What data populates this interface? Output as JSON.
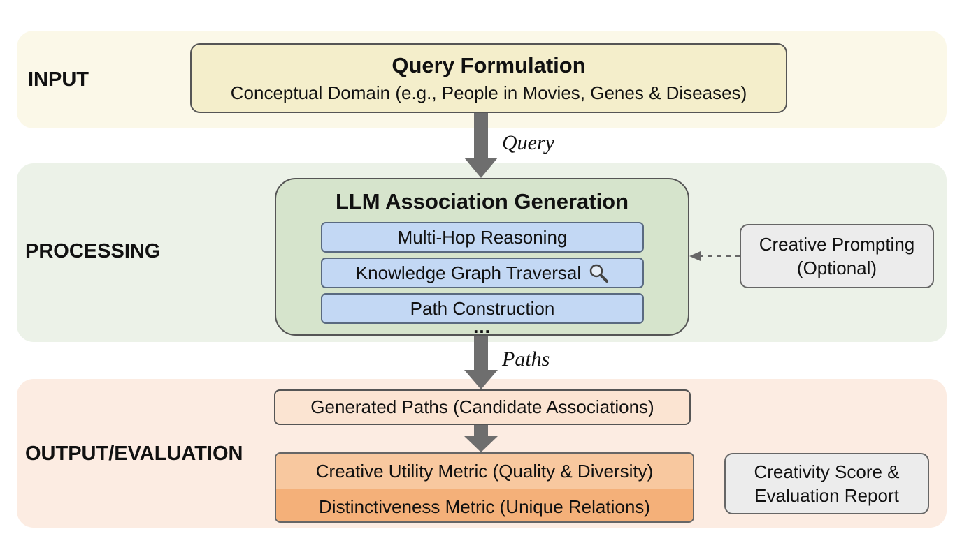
{
  "stages": {
    "input": "INPUT",
    "processing": "PROCESSING",
    "output": "OUTPUT/EVALUATION"
  },
  "query_box": {
    "title": "Query Formulation",
    "subtitle": "Conceptual Domain (e.g., People in Movies, Genes & Diseases)"
  },
  "arrows": {
    "query_label": "Query",
    "paths_label": "Paths"
  },
  "llm_box": {
    "title": "LLM Association Generation",
    "steps": [
      "Multi-Hop Reasoning",
      "Knowledge Graph Traversal",
      "Path Construction"
    ],
    "more": "..."
  },
  "creative_prompting": {
    "line1": "Creative Prompting",
    "line2": "(Optional)"
  },
  "generated_paths": "Generated Paths (Candidate Associations)",
  "metrics": [
    "Creative Utility Metric (Quality & Diversity)",
    "Distinctiveness Metric (Unique Relations)"
  ],
  "score_box": {
    "line1": "Creativity Score &",
    "line2": "Evaluation Report"
  },
  "icons": {
    "traversal_icon": "search-icon"
  },
  "colors": {
    "input_band": "#fbf8e8",
    "processing_band": "#ecf2e8",
    "output_band": "#fcece2",
    "query_box": "#f4eecb",
    "llm_box": "#d6e4cc",
    "step_box": "#c3d8f4",
    "metric_light": "#f8c89f",
    "metric_dark": "#f4b079",
    "arrow": "#6e6e6e"
  }
}
